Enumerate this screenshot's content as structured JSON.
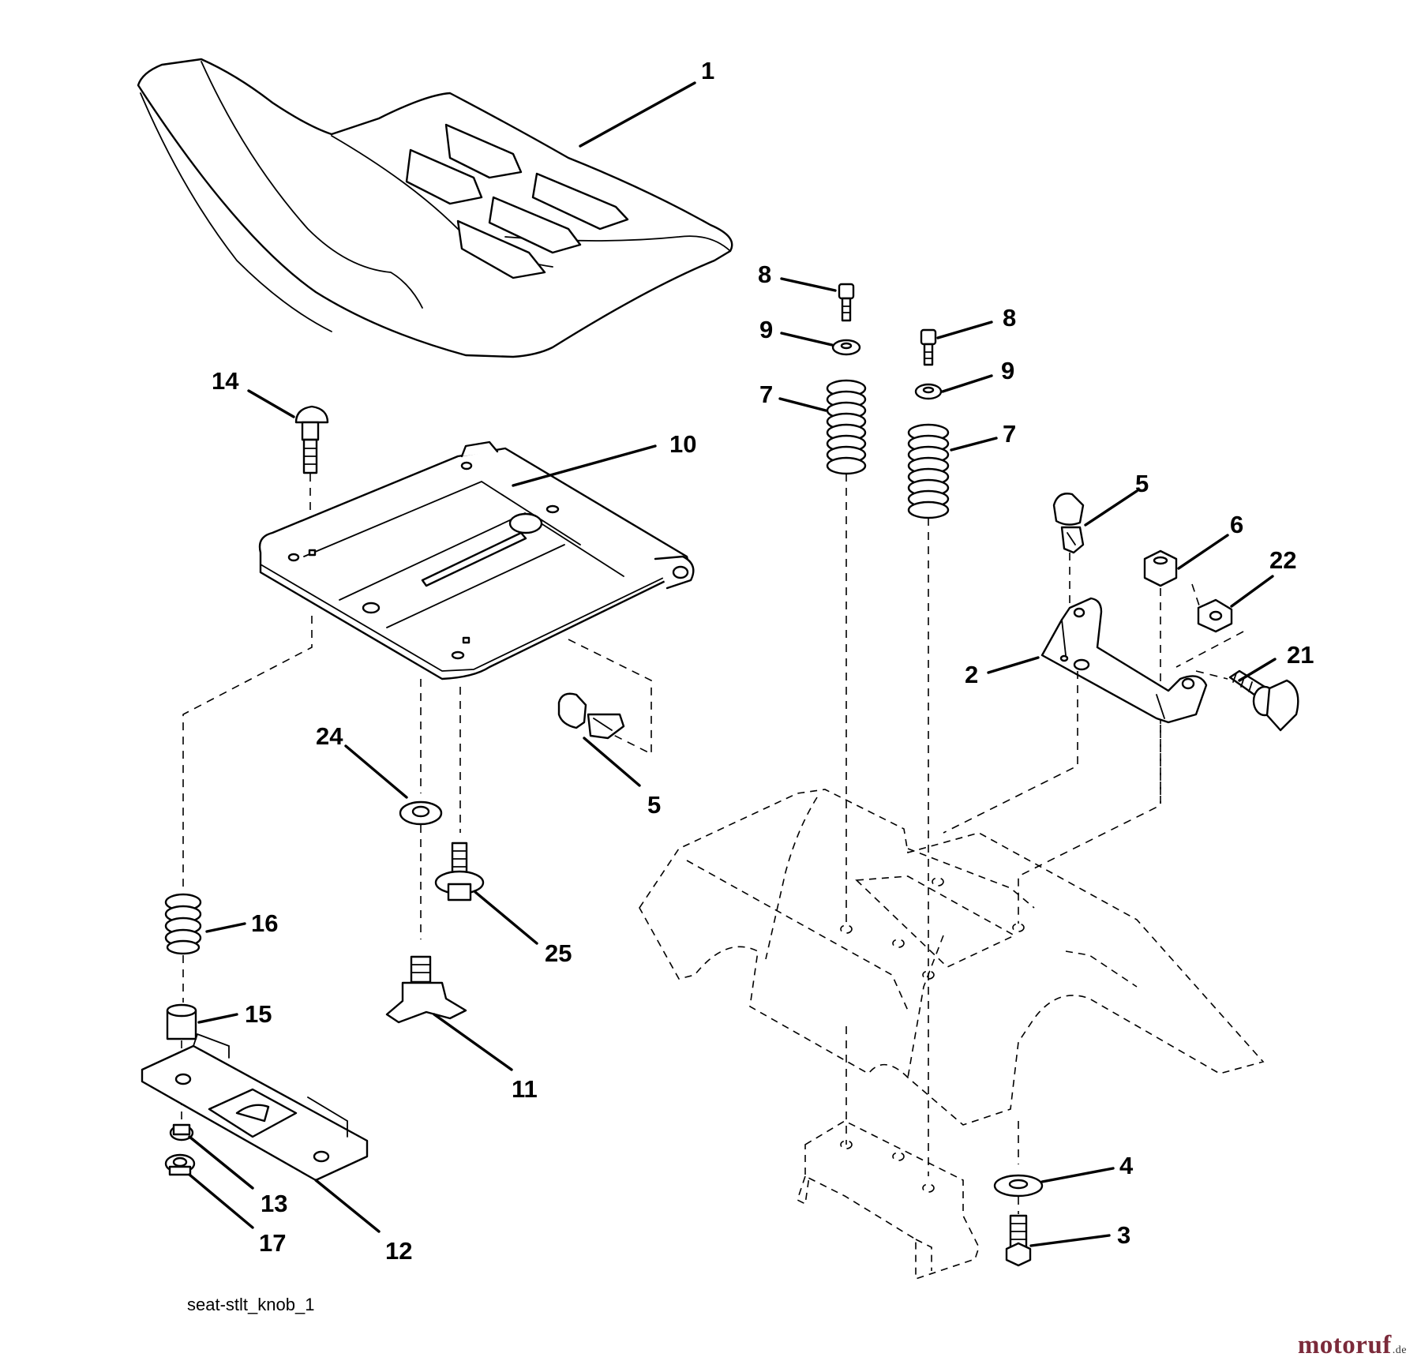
{
  "diagram": {
    "caption": "seat-stlt_knob_1",
    "watermark": {
      "name": "motoruf",
      "suffix": ".de",
      "color": "#7b2a3a"
    },
    "callouts": {
      "seat": "1",
      "bracket": "2",
      "bolt_bottom": "3",
      "washer_bottom": "4",
      "clip_right": "5",
      "clip_left": "5",
      "nut_bracket": "6",
      "spring_left": "7",
      "spring_right": "7",
      "bolt_left": "8",
      "bolt_right": "8",
      "washer_left": "9",
      "washer_right": "9",
      "seat_pan": "10",
      "knob": "11",
      "slide_plate": "12",
      "washer_slide": "13",
      "carriage_bolt": "14",
      "spacer": "15",
      "spring_small": "16",
      "nut_slide": "17",
      "bolt_shoulder": "21",
      "nut_side": "22",
      "washer_pan": "24",
      "bolt_flange": "25"
    }
  }
}
